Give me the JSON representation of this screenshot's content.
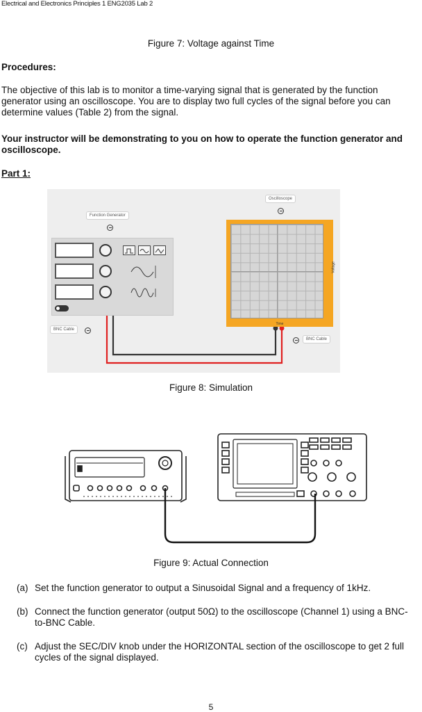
{
  "header": {
    "text": "Electrical and Electronics Principles 1 ENG2035 Lab 2"
  },
  "figure7_caption": "Figure 7: Voltage against Time",
  "procedures_heading": "Procedures:",
  "objective_paragraph": "The objective of this lab is to monitor a time-varying signal that is generated by the function generator using an oscilloscope.  You are to display two full cycles of the signal before you can determine values (Table 2) from the signal.",
  "instructor_note": "Your instructor will be demonstrating to you on how to operate the function generator and oscilloscope.",
  "part_heading": "Part 1:",
  "simulation": {
    "function_generator_label": "Function Generator",
    "oscilloscope_label": "Oscilloscope",
    "bnc_cable_left_label": "BNC Cable",
    "bnc_cable_right_label": "BNC Cable",
    "voltage_axis_label": "Voltage",
    "time_axis_label": "Time"
  },
  "figure8_caption": "Figure 8: Simulation",
  "figure9_caption": "Figure 9: Actual Connection",
  "steps": [
    {
      "marker": "(a)",
      "text": "Set the function generator to output a Sinusoidal Signal and a frequency of 1kHz."
    },
    {
      "marker": "(b)",
      "text": "Connect the function generator (output 50Ω) to the oscilloscope (Channel 1) using a BNC-to-BNC Cable."
    },
    {
      "marker": "(c)",
      "text": "Adjust the SEC/DIV knob under the HORIZONTAL section of the oscilloscope to get 2 full cycles of the signal displayed."
    }
  ],
  "page_number": "5",
  "colors": {
    "scope_frame": "#f5a623",
    "cable_red": "#e02020",
    "cable_black": "#333333"
  }
}
